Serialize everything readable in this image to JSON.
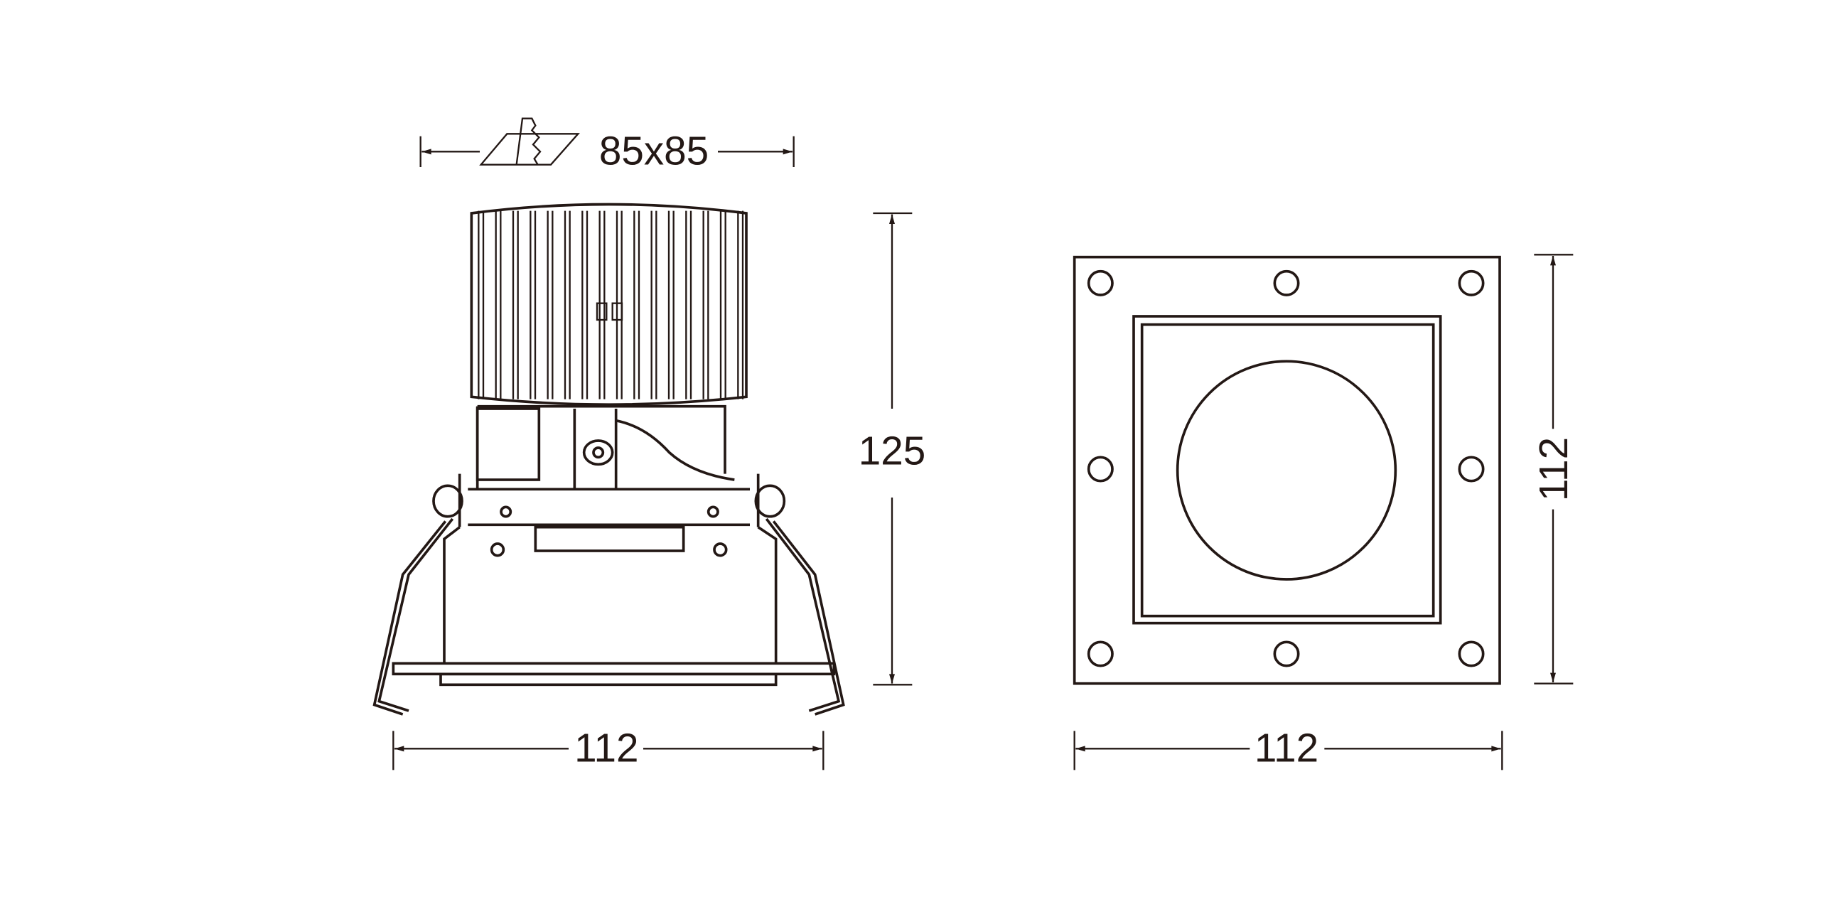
{
  "drawing": {
    "cutout_label": "85x85",
    "side_view_width": "112",
    "height": "125",
    "front_view_width": "112",
    "front_view_height": "112"
  },
  "colors": {
    "line": "#231815",
    "background": "#ffffff"
  }
}
